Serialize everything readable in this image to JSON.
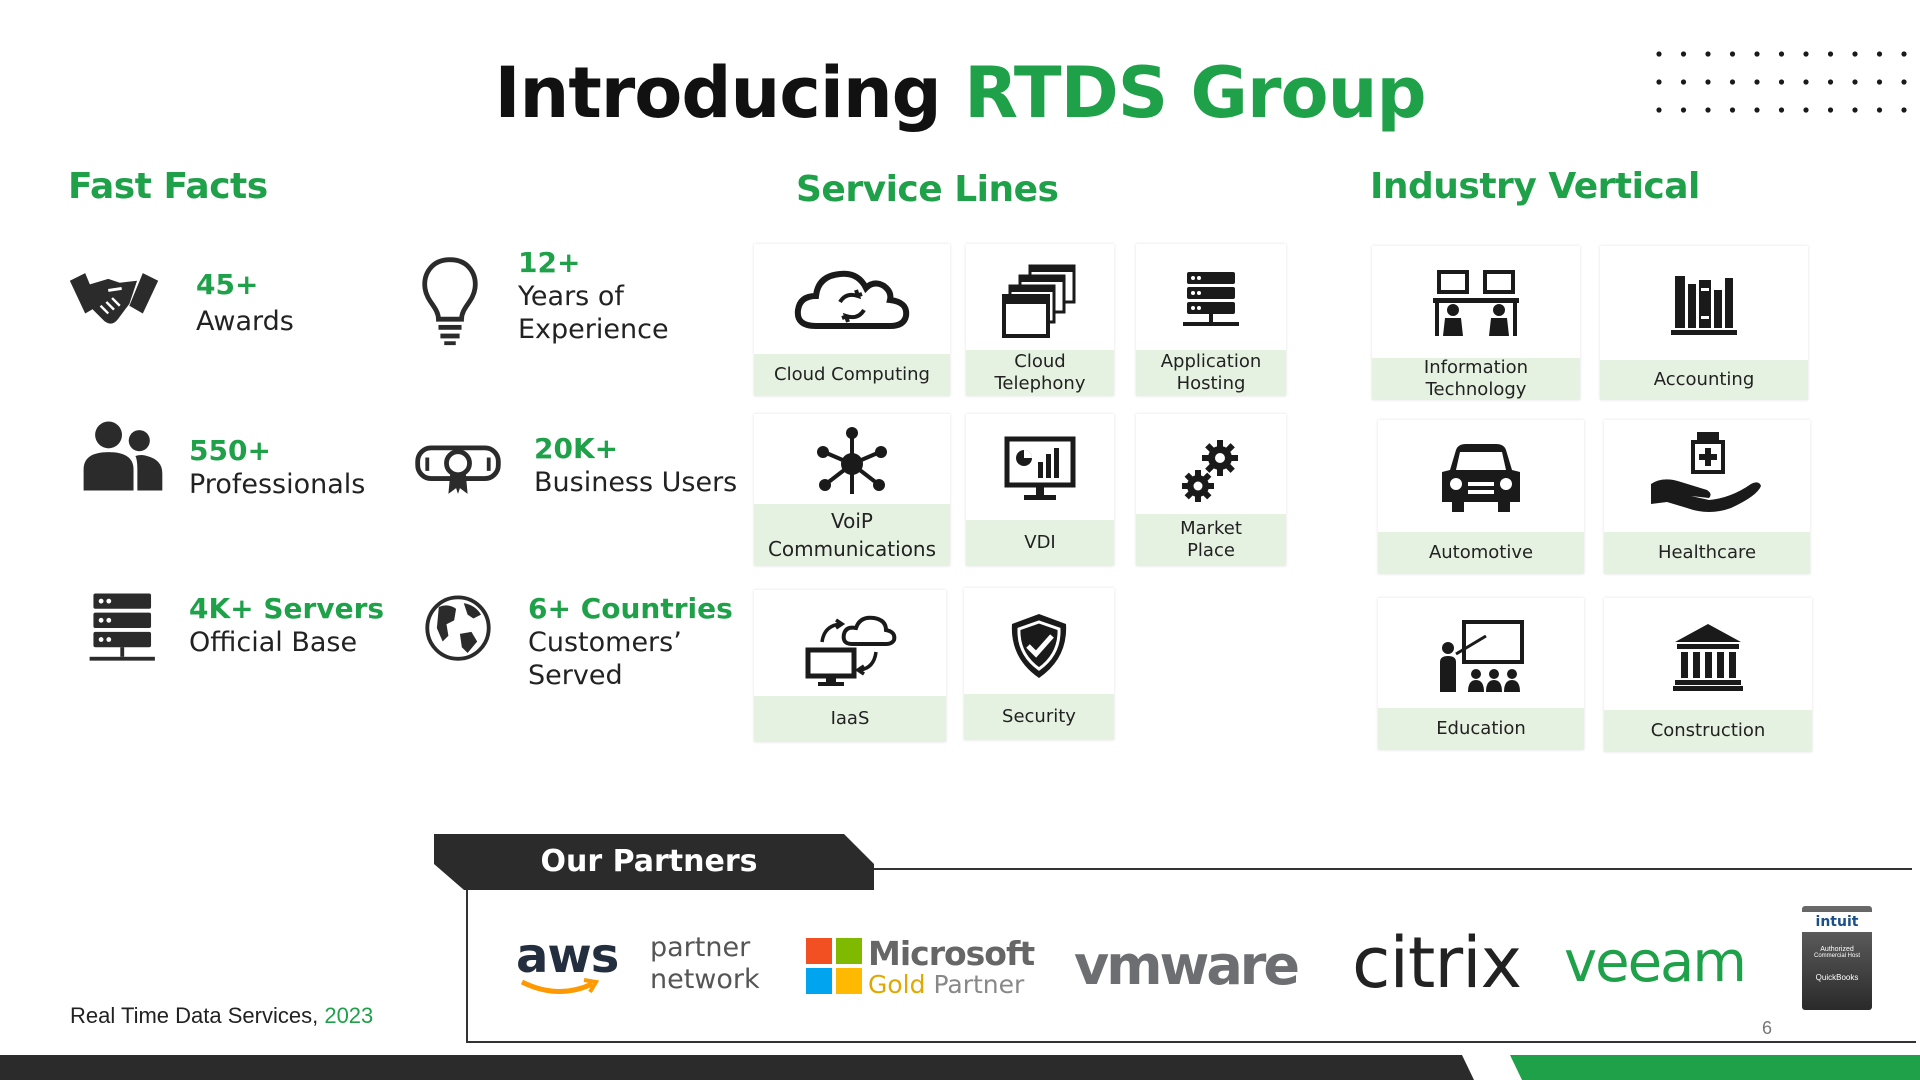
{
  "title": {
    "part1": "Introducing",
    "part2": "RTDS Group"
  },
  "sections": {
    "fast_facts": "Fast Facts",
    "service_lines": "Service Lines",
    "industry_vertical": "Industry Vertical"
  },
  "facts": [
    {
      "icon": "handshake-icon",
      "number": "45+",
      "line1": "Awards",
      "line2": ""
    },
    {
      "icon": "lightbulb-icon",
      "number": "12+",
      "line1": "Years of",
      "line2": "Experience"
    },
    {
      "icon": "people-icon",
      "number": "550+",
      "line1": "Professionals",
      "line2": ""
    },
    {
      "icon": "certificate-icon",
      "number": "20K+",
      "line1": "Business Users",
      "line2": ""
    },
    {
      "icon": "server-icon",
      "number": "4K+ Servers",
      "line1": "Official Base",
      "line2": ""
    },
    {
      "icon": "globe-icon",
      "number": "6+ Countries",
      "line1": "Customers’",
      "line2": "Served"
    }
  ],
  "services": [
    {
      "icon": "cloud-sync-icon",
      "line1": "Cloud Computing",
      "line2": ""
    },
    {
      "icon": "windows-stack-icon",
      "line1": "Cloud",
      "line2": "Telephony"
    },
    {
      "icon": "server-stack-icon",
      "line1": "Application",
      "line2": "Hosting"
    },
    {
      "icon": "network-hub-icon",
      "line1": "VoiP",
      "line2": "Communications"
    },
    {
      "icon": "monitor-chart-icon",
      "line1": "VDI",
      "line2": ""
    },
    {
      "icon": "gears-icon",
      "line1": "Market",
      "line2": "Place"
    },
    {
      "icon": "cloud-computer-icon",
      "line1": "IaaS",
      "line2": ""
    },
    {
      "icon": "shield-check-icon",
      "line1": "Security",
      "line2": ""
    }
  ],
  "industries": [
    {
      "icon": "desk-workers-icon",
      "line1": "Information",
      "line2": "Technology"
    },
    {
      "icon": "books-icon",
      "line1": "Accounting",
      "line2": ""
    },
    {
      "icon": "car-icon",
      "line1": "Automotive",
      "line2": ""
    },
    {
      "icon": "hand-medical-icon",
      "line1": "Healthcare",
      "line2": ""
    },
    {
      "icon": "teacher-icon",
      "line1": "Education",
      "line2": ""
    },
    {
      "icon": "building-columns-icon",
      "line1": "Construction",
      "line2": ""
    }
  ],
  "partners": {
    "heading": "Our Partners",
    "aws": {
      "logo": "aws",
      "tag1": "partner",
      "tag2": "network"
    },
    "microsoft": {
      "name": "Microsoft",
      "tag1": "Gold",
      "tag2": "Partner"
    },
    "vmware": "vmware",
    "citrix": "citrix",
    "veeam": "veeam",
    "intuit": {
      "brand": "intuit",
      "line1": "Authorized",
      "line2": "Commercial Host",
      "line3": "QuickBooks"
    }
  },
  "footer": {
    "company": "Real Time Data Services,",
    "year": "2023",
    "page": "6"
  },
  "colors": {
    "accent": "#1fa14a",
    "dark": "#2b2b2b",
    "tile_label_bg": "#e6f2e1"
  }
}
